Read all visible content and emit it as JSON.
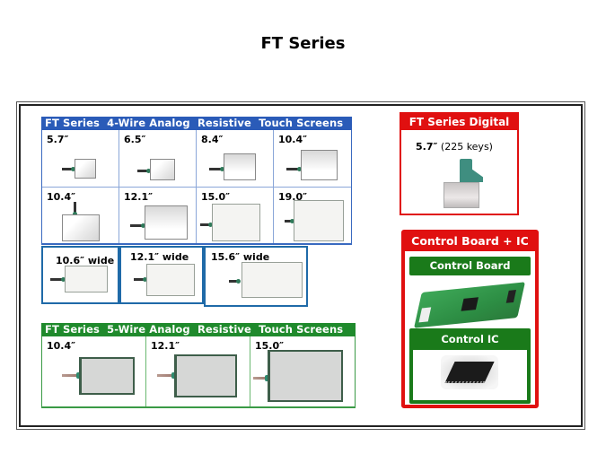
{
  "page": {
    "title": "FT Series"
  },
  "four_wire": {
    "header": "FT Series  4-Wire Analog  Resistive  Touch Screens",
    "sizes": [
      "5.7″",
      "6.5″",
      "8.4″",
      "10.4″",
      "10.4″",
      "12.1″",
      "15.0″",
      "19.0″"
    ],
    "wide_sizes": [
      "10.6″ wide",
      "12.1″ wide",
      "15.6″ wide"
    ],
    "color": "#2a5bb8"
  },
  "five_wire": {
    "header": "FT Series  5-Wire Analog  Resistive  Touch Screens",
    "sizes": [
      "10.4″",
      "12.1″",
      "15.0″"
    ],
    "color": "#1f8a2c"
  },
  "digital": {
    "header": "FT Series Digital",
    "size": "5.7″",
    "keys": "(225 keys)",
    "color": "#e01010"
  },
  "control": {
    "header": "Control Board + IC",
    "board_label": "Control Board",
    "ic_label": "Control IC",
    "board_icon": "circuit-board-image",
    "ic_icon": "ic-chip-image"
  }
}
